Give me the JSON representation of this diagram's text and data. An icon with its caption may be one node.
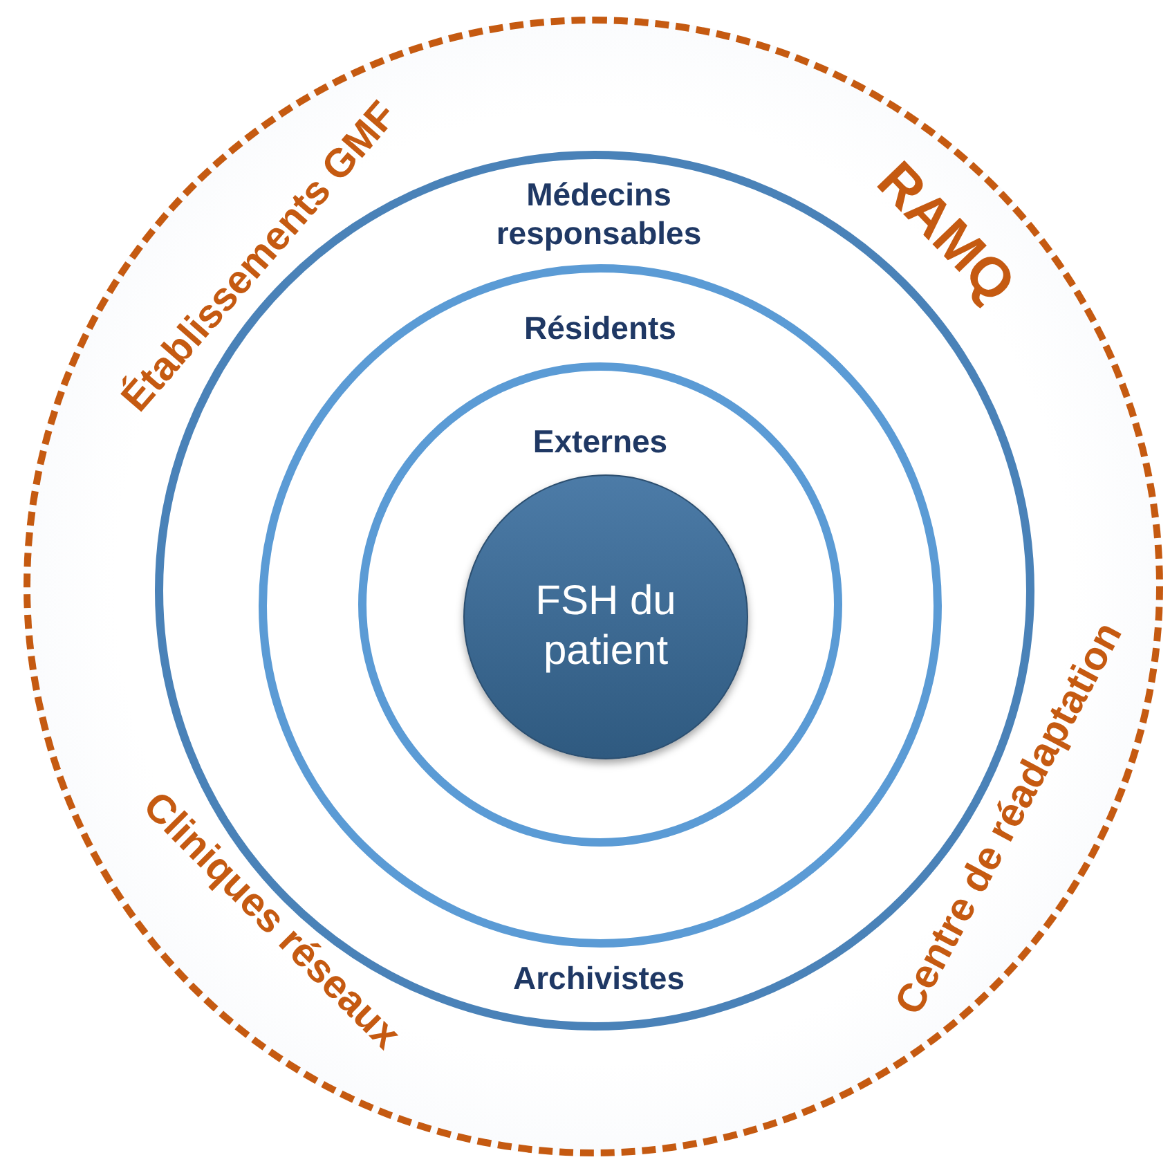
{
  "diagram": {
    "nodes": [
      {
        "text": [],
        "shape": "circle"
      },
      {
        "text": [
          "Médecins responsables",
          "Archivistes"
        ],
        "in": 0
      },
      {
        "text": [
          "Résidents"
        ],
        "in": 1
      },
      {
        "text": [
          "Externes"
        ],
        "in": 2
      },
      {
        "text": [
          "FSH du patient"
        ],
        "in": 3
      }
    ],
    "edges": [],
    "labels": [
      "Établissements GMF",
      "RAMQ",
      "Cliniques réseaux",
      "Centre de réadaptation"
    ]
  }
}
